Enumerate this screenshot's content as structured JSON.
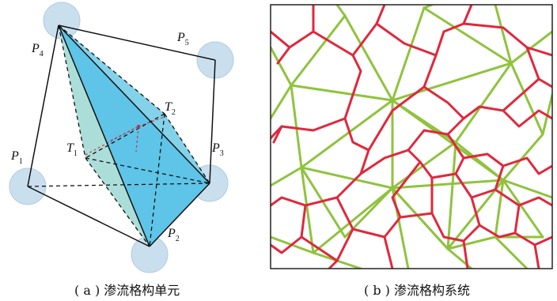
{
  "figure_a": {
    "caption": "( a ) 渗流格构单元",
    "points": [
      {
        "letter": "P",
        "sub": "4"
      },
      {
        "letter": "P",
        "sub": "5"
      },
      {
        "letter": "P",
        "sub": "1"
      },
      {
        "letter": "P",
        "sub": "3"
      },
      {
        "letter": "P",
        "sub": "2"
      },
      {
        "letter": "T",
        "sub": "2"
      },
      {
        "letter": "T",
        "sub": "1"
      }
    ],
    "colors": {
      "circle_fill": "#c5dced",
      "circle_stroke": "#a9c6de",
      "facet_front": "#5ec4e8",
      "facet_back": "#9ed8d2",
      "edge": "#111111",
      "seepage_path": "#c0304a"
    }
  },
  "figure_b": {
    "caption": "( b ) 渗流格构系统",
    "colors": {
      "voronoi": "#e0283c",
      "delaunay": "#8fc33e",
      "frame": "#222222"
    }
  }
}
